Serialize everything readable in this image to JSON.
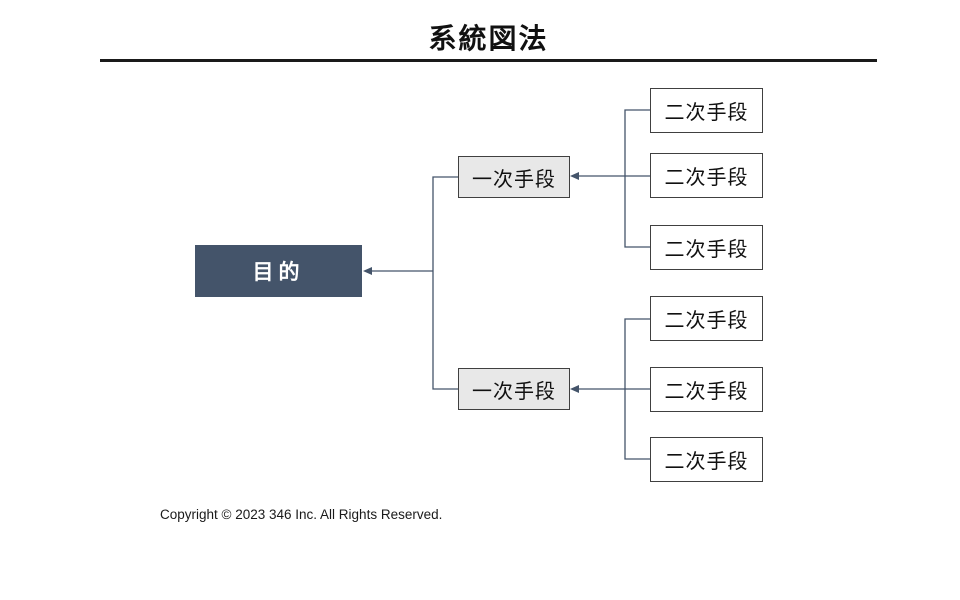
{
  "page": {
    "title": "系統図法"
  },
  "diagram": {
    "goal": {
      "label": "目的"
    },
    "primary_means": [
      {
        "label": "一次手段"
      },
      {
        "label": "一次手段"
      }
    ],
    "secondary_means": [
      {
        "label": "二次手段"
      },
      {
        "label": "二次手段"
      },
      {
        "label": "二次手段"
      },
      {
        "label": "二次手段"
      },
      {
        "label": "二次手段"
      },
      {
        "label": "二次手段"
      }
    ]
  },
  "footer": {
    "copyright": "Copyright © 2023 346 Inc. All Rights Reserved."
  },
  "colors": {
    "goal_fill": "#44546A",
    "goal_text": "#ffffff",
    "primary_fill": "#e8e8e8",
    "secondary_fill": "#ffffff",
    "box_border": "#404040",
    "connector_line": "#44546A",
    "title_rule": "#1a1a1a"
  }
}
